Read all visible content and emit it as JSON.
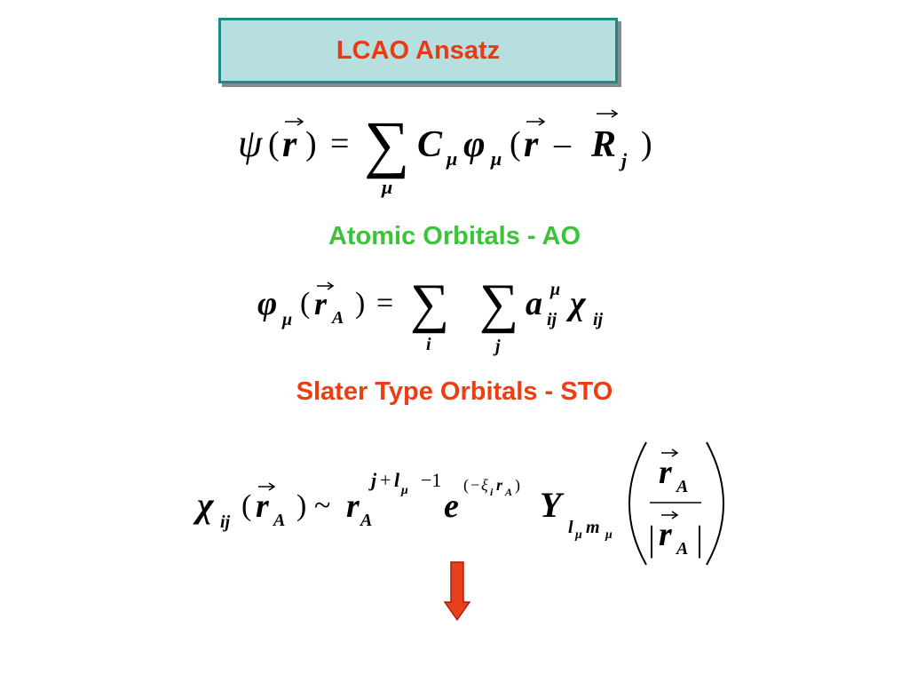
{
  "slide": {
    "title": "LCAO Ansatz",
    "section_ao": "Atomic Orbitals - AO",
    "section_sto": "Slater Type Orbitals - STO"
  },
  "colors": {
    "title_text": "#e83a14",
    "title_fill": "#b8dfe0",
    "title_border": "#1e8a86",
    "ao_heading": "#3ac43a",
    "sto_heading": "#f03c10",
    "arrow": "#e8401c"
  },
  "equations": {
    "lcao": {
      "psi": "ψ",
      "open": "(",
      "r": "r",
      "close": ")",
      "equals": "=",
      "sum": "∑",
      "sum_index": "μ",
      "C": "C",
      "C_sub": "μ",
      "phi": "φ",
      "phi_sub": "μ",
      "open2": "(",
      "r2": "r",
      "minus": "–",
      "R": "R",
      "R_sub": "j",
      "close2": ")"
    },
    "ao": {
      "phi": "φ",
      "phi_sub": "μ",
      "open": "(",
      "r": "r",
      "r_sub": "A",
      "close": ")",
      "equals": "=",
      "sum1": "∑",
      "sum1_index": "i",
      "sum2": "∑",
      "sum2_index": "j",
      "a": "a",
      "a_sup": "μ",
      "a_sub": "ij",
      "chi": "χ",
      "chi_sub": "ij"
    },
    "sto": {
      "chi": "χ",
      "chi_sub": "ij",
      "open": "(",
      "r": "r",
      "r_sub": "A",
      "close": ")",
      "tilde": "~",
      "r2": "r",
      "r2_sub": "A",
      "exp_j": "j",
      "exp_plus": "+",
      "exp_l": "l",
      "exp_l_sub": "μ",
      "exp_minus1": "−1",
      "e": "e",
      "e_exp_open": "(",
      "e_exp_minus": "−",
      "e_exp_xi": "ξ",
      "e_exp_xi_sub": "i",
      "e_exp_r": "r",
      "e_exp_r_sub": "A",
      "e_exp_close": ")",
      "Y": "Y",
      "Y_l": "l",
      "Y_l_sub": "μ",
      "Y_m": "m",
      "Y_m_sub": "μ",
      "big_open": "(",
      "big_close": ")",
      "num_r": "r",
      "num_r_sub": "A",
      "den_bar_l": "|",
      "den_r": "r",
      "den_r_sub": "A",
      "den_bar_r": "|"
    }
  },
  "icons": {
    "down_arrow": "down-arrow-icon"
  }
}
